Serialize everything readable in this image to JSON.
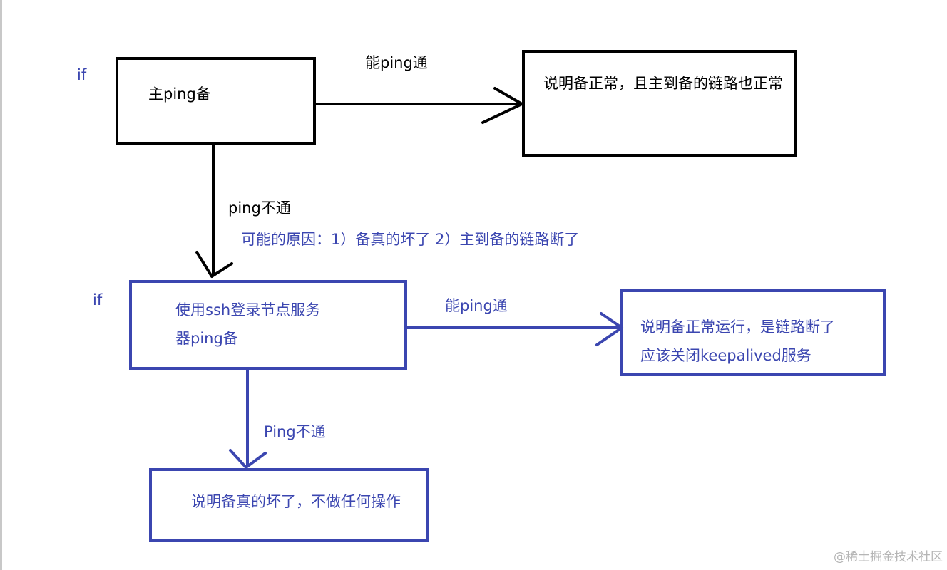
{
  "colors": {
    "black": "#000000",
    "blue": "#3b46b0",
    "watermark": "#b5b5b5"
  },
  "row1": {
    "if_label": "if",
    "decision": "主ping备",
    "yes_edge_label": "能ping通",
    "yes_result": "说明备正常，且主到备的链路也正常",
    "no_edge_label": "ping不通",
    "possible_reasons": "可能的原因：1）备真的坏了  2）主到备的链路断了"
  },
  "row2": {
    "if_label": "if",
    "decision_line1": "使用ssh登录节点服务",
    "decision_line2": "器ping备",
    "yes_edge_label": "能ping通",
    "yes_result_line1": "说明备正常运行，是链路断了",
    "yes_result_line2": "应该关闭keepalived服务",
    "no_edge_label": "Ping不通",
    "no_result": "说明备真的坏了，不做任何操作"
  },
  "watermark": "@稀土掘金技术社区"
}
